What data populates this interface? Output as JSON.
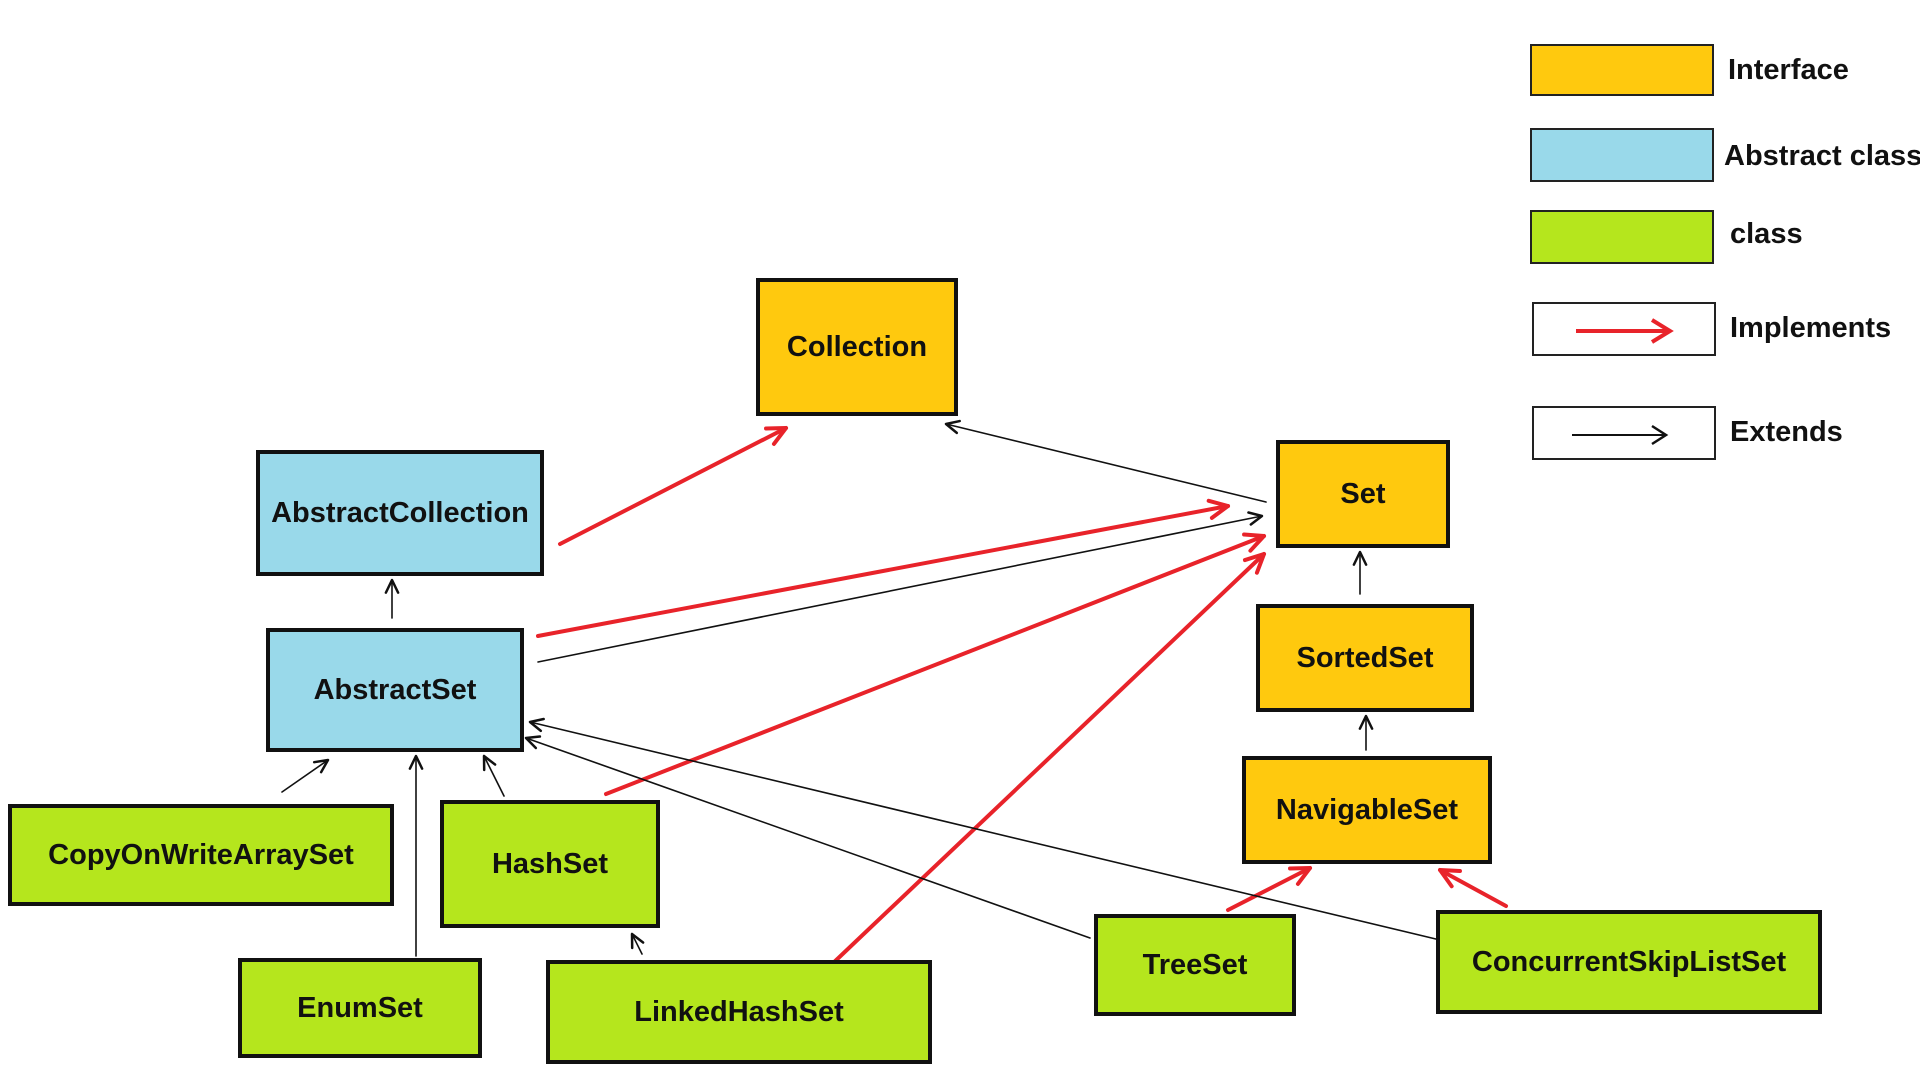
{
  "colors": {
    "interface": "#FFC90E",
    "abstract": "#99D9EA",
    "class": "#B5E61D",
    "implements": "#E8232A",
    "extends": "#111111"
  },
  "nodes": {
    "collection": {
      "label": "Collection",
      "kind": "interface"
    },
    "set": {
      "label": "Set",
      "kind": "interface"
    },
    "sorted_set": {
      "label": "SortedSet",
      "kind": "interface"
    },
    "navigable_set": {
      "label": "NavigableSet",
      "kind": "interface"
    },
    "abstract_collection": {
      "label": "AbstractCollection",
      "kind": "abstract"
    },
    "abstract_set": {
      "label": "AbstractSet",
      "kind": "abstract"
    },
    "copy_on_write_array_set": {
      "label": "CopyOnWriteArraySet",
      "kind": "class"
    },
    "enum_set": {
      "label": "EnumSet",
      "kind": "class"
    },
    "hash_set": {
      "label": "HashSet",
      "kind": "class"
    },
    "linked_hash_set": {
      "label": "LinkedHashSet",
      "kind": "class"
    },
    "tree_set": {
      "label": "TreeSet",
      "kind": "class"
    },
    "concurrent_skip_list_set": {
      "label": "ConcurrentSkipListSet",
      "kind": "class"
    }
  },
  "edges": [
    {
      "from": "abstract_collection",
      "to": "collection",
      "type": "implements"
    },
    {
      "from": "set",
      "to": "collection",
      "type": "extends"
    },
    {
      "from": "abstract_set",
      "to": "abstract_collection",
      "type": "extends"
    },
    {
      "from": "abstract_set",
      "to": "set",
      "type": "implements"
    },
    {
      "from": "abstract_set",
      "to": "set",
      "type": "extends"
    },
    {
      "from": "sorted_set",
      "to": "set",
      "type": "extends"
    },
    {
      "from": "navigable_set",
      "to": "sorted_set",
      "type": "extends"
    },
    {
      "from": "copy_on_write_array_set",
      "to": "abstract_set",
      "type": "extends"
    },
    {
      "from": "enum_set",
      "to": "abstract_set",
      "type": "extends"
    },
    {
      "from": "hash_set",
      "to": "abstract_set",
      "type": "extends"
    },
    {
      "from": "hash_set",
      "to": "set",
      "type": "implements"
    },
    {
      "from": "linked_hash_set",
      "to": "hash_set",
      "type": "extends"
    },
    {
      "from": "linked_hash_set",
      "to": "set",
      "type": "implements"
    },
    {
      "from": "tree_set",
      "to": "abstract_set",
      "type": "extends"
    },
    {
      "from": "tree_set",
      "to": "navigable_set",
      "type": "implements"
    },
    {
      "from": "concurrent_skip_list_set",
      "to": "abstract_set",
      "type": "extends"
    },
    {
      "from": "concurrent_skip_list_set",
      "to": "navigable_set",
      "type": "implements"
    }
  ],
  "legend": {
    "interface": "Interface",
    "abstract": "Abstract class",
    "class": "class",
    "implements": "Implements",
    "extends": "Extends"
  }
}
